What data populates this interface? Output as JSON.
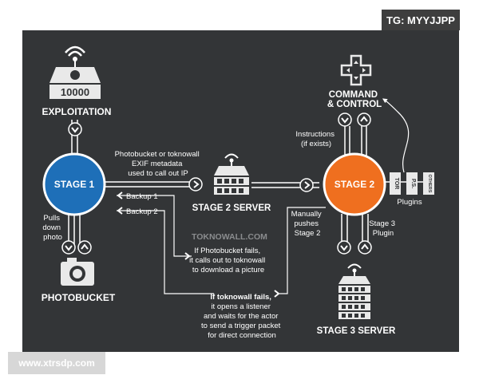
{
  "tag_label": "TG: MYYJJPP",
  "watermark": "www.xtrsdp.com",
  "colors": {
    "background": "#333537",
    "stage1": "#1e6fb8",
    "stage2": "#ef6f1f",
    "line": "#ffffff"
  },
  "nodes": {
    "exploitation": {
      "label": "EXPLOITATION",
      "screen_text": "10000"
    },
    "stage1": {
      "label": "STAGE 1"
    },
    "stage2_server": {
      "label": "STAGE 2 SERVER"
    },
    "stage2": {
      "label": "STAGE 2"
    },
    "command_control": {
      "label_line1": "COMMAND",
      "label_line2": "& CONTROL"
    },
    "photobucket": {
      "label": "PHOTOBUCKET"
    },
    "stage3_server": {
      "label": "STAGE 3 SERVER"
    },
    "plugins": {
      "label": "Plugins",
      "items": [
        "TOR",
        "P.S.",
        "OTHERS"
      ]
    }
  },
  "annotations": {
    "photobucket_metadata": [
      "Photobucket or toknowall",
      "EXIF metadata",
      "used to call out IP"
    ],
    "pulls_down_photo": [
      "Pulls",
      "down",
      "photo"
    ],
    "backup1": "Backup 1",
    "backup2": "Backup 2",
    "toknowall_site": "TOKNOWALL.COM",
    "photobucket_fails": [
      "If Photobucket fails,",
      "it calls out to toknowall",
      "to download a picture"
    ],
    "toknowall_fails": [
      "If toknowall fails,",
      "it opens a listener",
      "and waits for the actor",
      "to send a trigger packet",
      "for direct connection"
    ],
    "instructions": [
      "Instructions",
      "(if exists)"
    ],
    "manually_pushes": [
      "Manually",
      "pushes",
      "Stage 2"
    ],
    "stage3_plugin": [
      "Stage 3",
      "Plugin"
    ]
  }
}
